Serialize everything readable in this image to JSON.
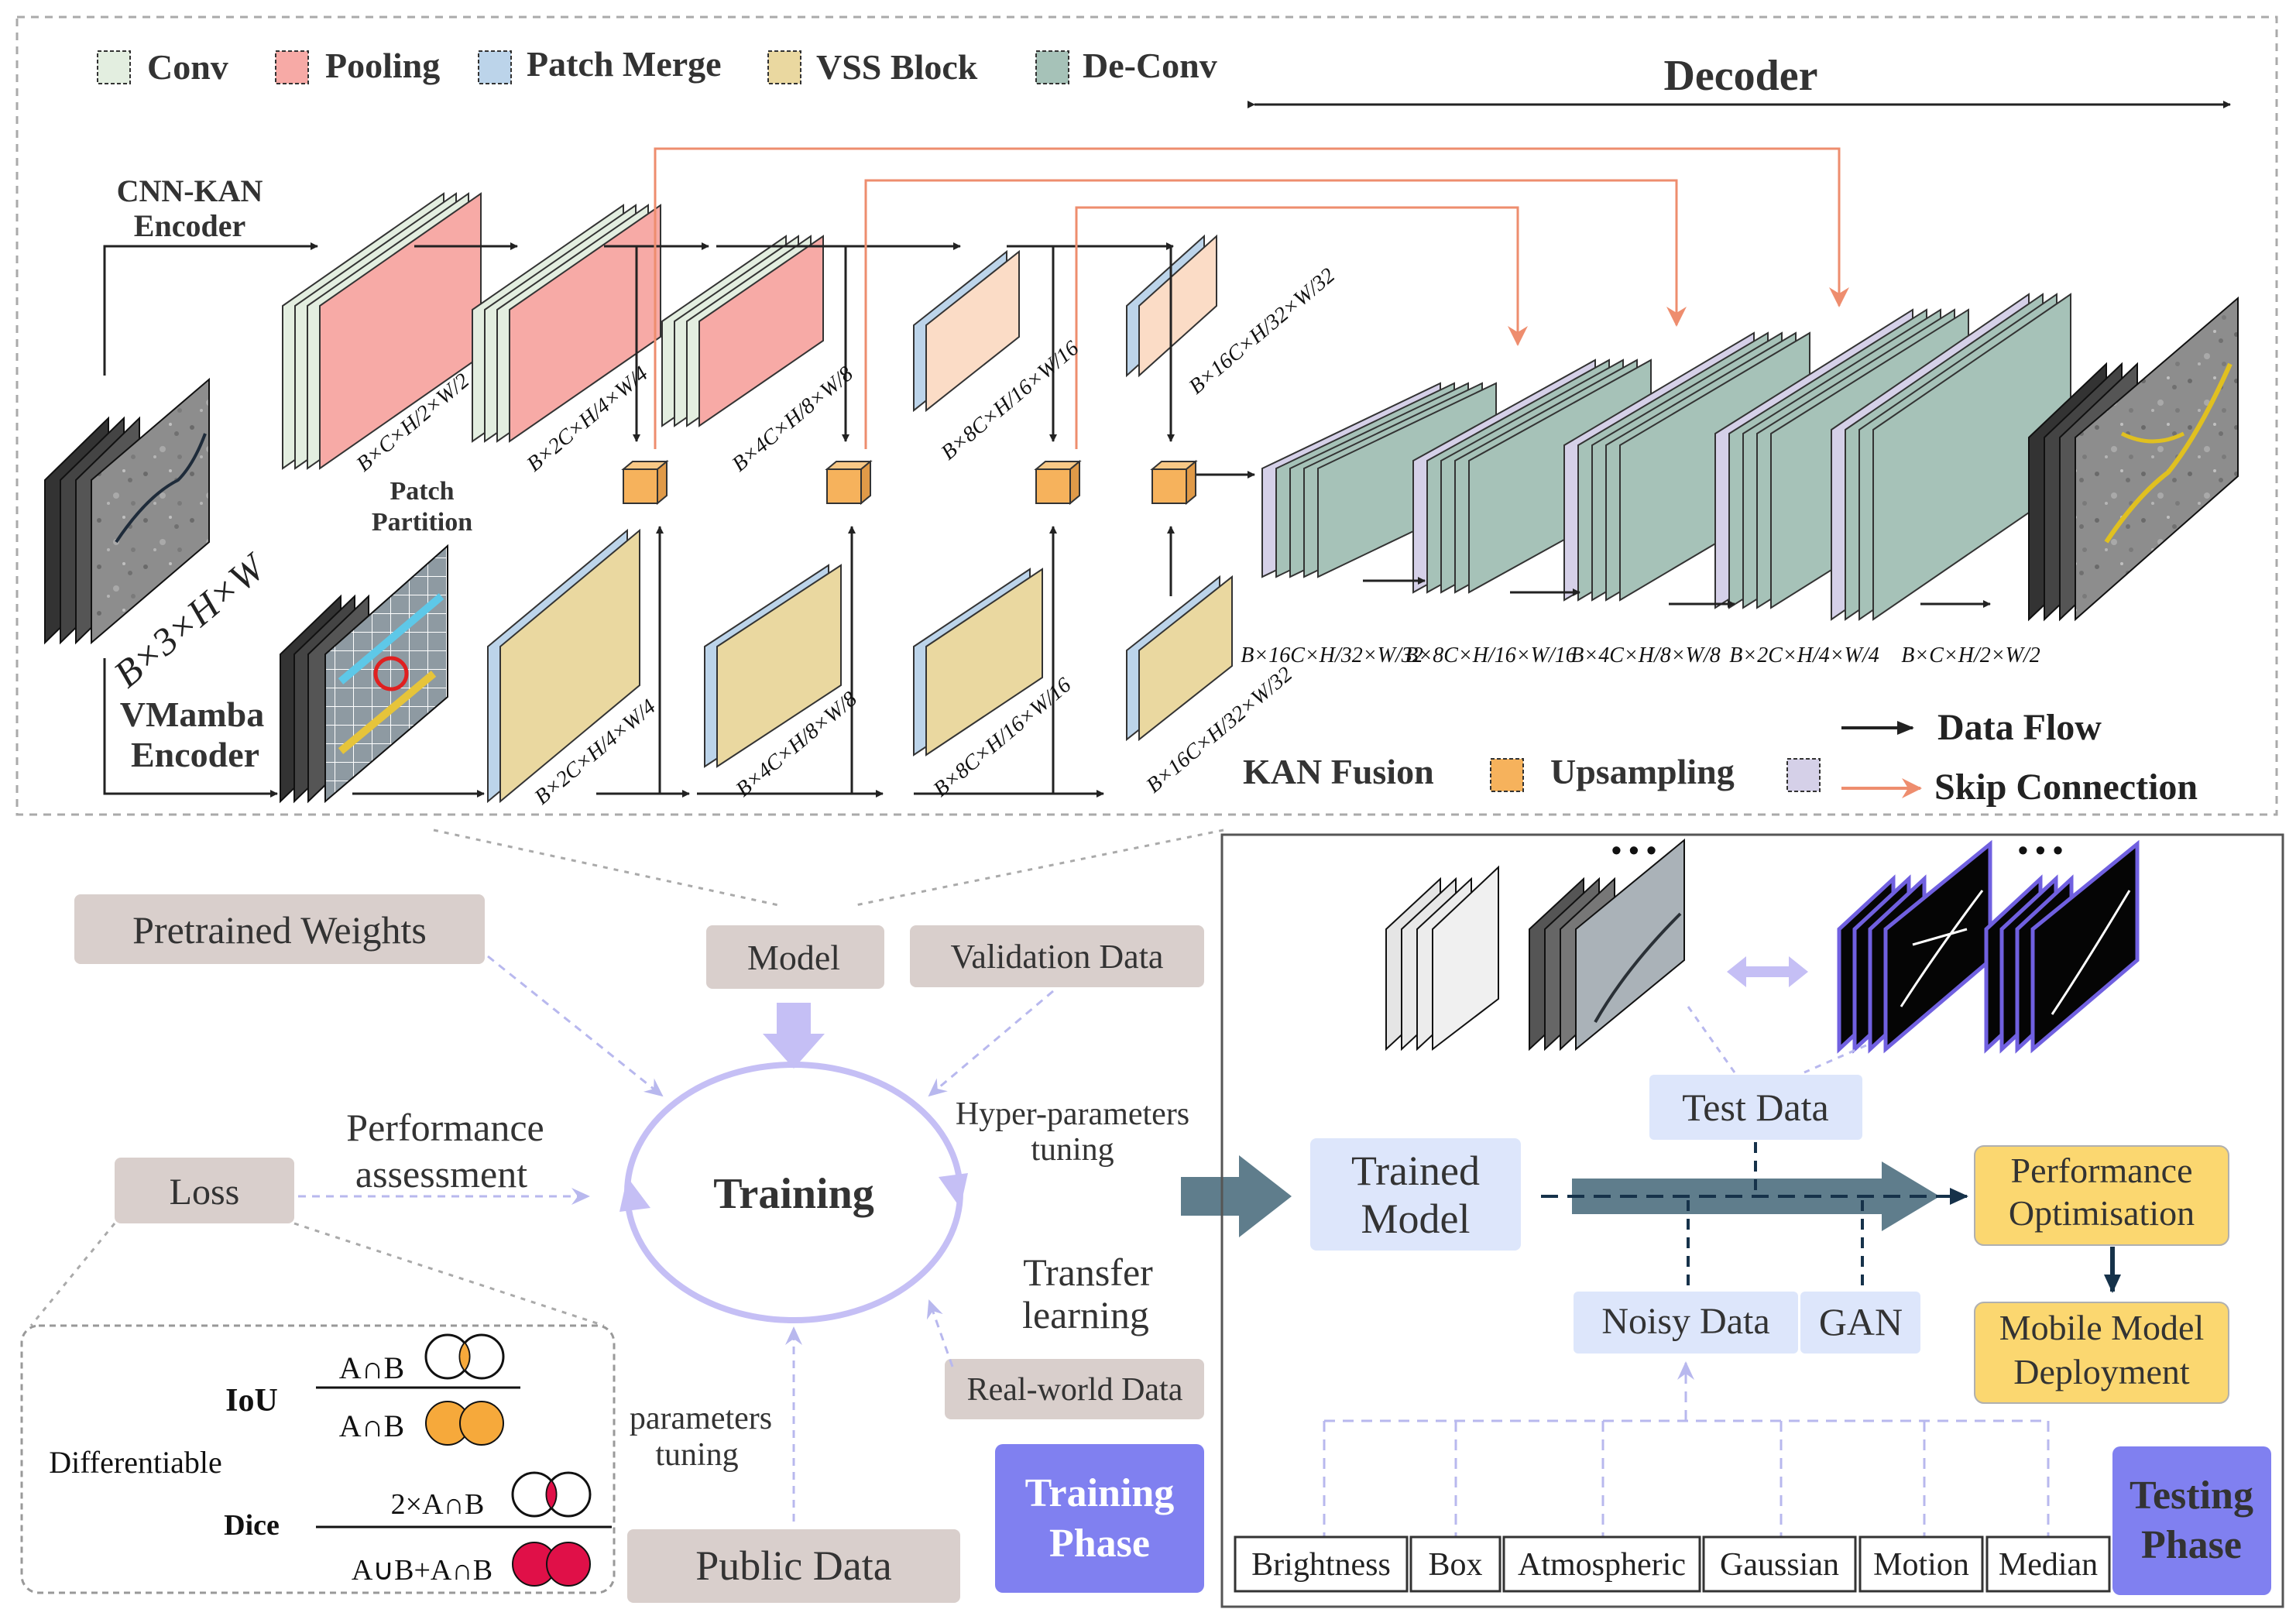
{
  "legend": {
    "conv": "Conv",
    "pooling": "Pooling",
    "patch_merge": "Patch Merge",
    "vss_block": "VSS Block",
    "deconv": "De-Conv",
    "kan_fusion": "KAN Fusion",
    "upsampling": "Upsampling",
    "data_flow": "Data Flow",
    "skip_connection": "Skip Connection"
  },
  "architecture": {
    "decoder_title": "Decoder",
    "cnn_encoder": [
      "CNN-KAN",
      "Encoder"
    ],
    "vmamba_encoder": [
      "VMamba",
      "Encoder"
    ],
    "patch_partition": [
      "Patch",
      "Partition"
    ],
    "input_label": "B×3×H×W",
    "cnn_dims": [
      "B×C×H/2×W/2",
      "B×2C×H/4×W/4",
      "B×4C×H/8×W/8",
      "B×8C×H/16×W/16",
      "B×16C×H/32×W/32"
    ],
    "vss_dims": [
      "B×2C×H/4×W/4",
      "B×4C×H/8×W/8",
      "B×8C×H/16×W/16",
      "B×16C×H/32×W/32"
    ],
    "decoder_dims": [
      "B×16C×H/32×W/32",
      "B×8C×H/16×W/16",
      "B×4C×H/8×W/8",
      "B×2C×H/4×W/4",
      "B×C×H/2×W/2"
    ]
  },
  "training": {
    "pretrained_weights": "Pretrained Weights",
    "model": "Model",
    "validation_data": "Validation Data",
    "loss": "Loss",
    "performance_assessment": [
      "Performance",
      "assessment"
    ],
    "training": "Training",
    "hyper_parameters": [
      "Hyper-parameters",
      "tuning"
    ],
    "transfer_learning": [
      "Transfer",
      "learning"
    ],
    "real_world_data": "Real-world  Data",
    "parameters_tuning": [
      "parameters",
      "tuning"
    ],
    "public_data": "Public  Data",
    "phase": [
      "Training",
      "Phase"
    ]
  },
  "loss_box": {
    "iou": "IoU",
    "dice": "Dice",
    "differentiable": "Differentiable",
    "iou_num": "A∩B",
    "iou_den": "A∩B",
    "dice_num": "2×A∩B",
    "dice_den": "A∪B+A∩B"
  },
  "testing": {
    "ellipsis": "• • •",
    "test_data": "Test Data",
    "trained_model": [
      "Trained",
      "Model"
    ],
    "performance_optimisation": [
      "Performance",
      "Optimisation"
    ],
    "mobile_deployment": [
      "Mobile Model",
      "Deployment"
    ],
    "noisy_data": "Noisy Data",
    "gan": "GAN",
    "noise_types": [
      "Brightness",
      "Box",
      "Atmospheric",
      "Gaussian",
      "Motion",
      "Median"
    ],
    "phase": [
      "Testing",
      "Phase"
    ]
  },
  "colors": {
    "conv": "#e3eee0",
    "pooling": "#f7aaa6",
    "patch_merge": "#bcd4ea",
    "vss": "#ead8a0",
    "deconv": "#a6c2b8",
    "peach": "#fbdcc6",
    "kan": "#f6b25c",
    "upsampling": "#d5d0e8",
    "skip": "#ee8d6e",
    "tag": "#d9cfcc",
    "light_blue": "#dde6fb",
    "yellow": "#fbd770",
    "phase": "#8080f0",
    "arrow_dark": "#5f7d8c",
    "dashed": "#b8b8ee"
  }
}
